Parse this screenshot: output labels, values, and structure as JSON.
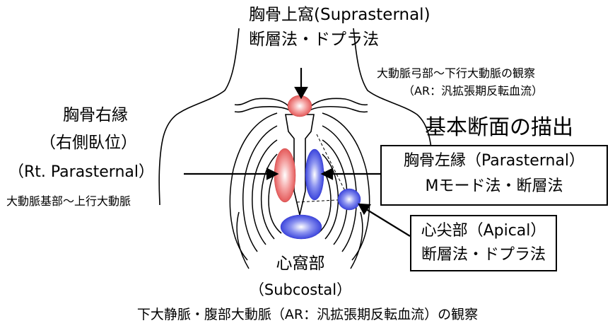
{
  "suprasternal": {
    "title": "胸骨上窩(Suprasternal)",
    "method": "断層法・ドプラ法",
    "obs1": "大動脈弓部～下行大動脈の観察",
    "obs2": "（AR：汎拡張期反転血流）"
  },
  "right_parasternal": {
    "line1": "胸骨右縁",
    "line2": "（右側臥位）",
    "line3": "（Rt. Parasternal）",
    "obs": "大動脈基部～上行大動脈"
  },
  "heading": "基本断面の描出",
  "parasternal": {
    "title": "胸骨左縁（Parasternal）",
    "method": "Mモード法・断層法"
  },
  "apical": {
    "title": "心尖部（Apical）",
    "method": "断層法・ドプラ法"
  },
  "subcostal": {
    "title": "心窩部",
    "sub": "（Subcostal）",
    "obs": "下大静脈・腹部大動脈（AR：汎拡張期反転血流）の観察"
  },
  "colors": {
    "red_window": "#f08080",
    "blue_window": "#5a64e6",
    "outline": "#000000"
  }
}
